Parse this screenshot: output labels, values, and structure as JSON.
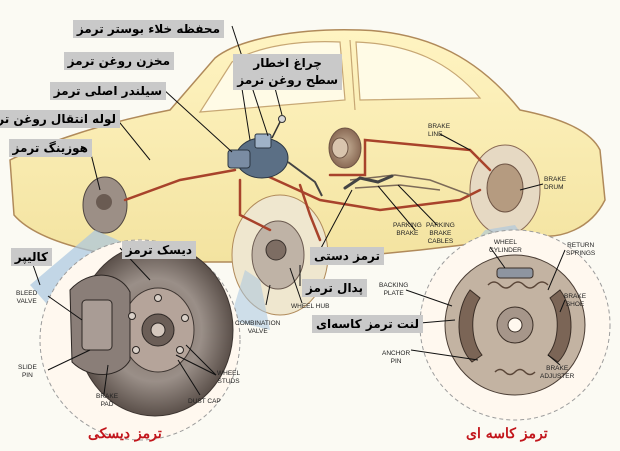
{
  "persian_labels": {
    "vacuum_booster": "محفظه خلاء بوستر ترمز",
    "fluid_reservoir": "مخزن روغن ترمز",
    "master_cylinder": "سیلندر اصلی ترمز",
    "brake_line": "لوله انتقال روغن ترمز",
    "brake_housing": "هوزینگ ترمز",
    "warning_light_1": "چراغ اخطار",
    "warning_light_2": "سطح روغن ترمز",
    "brake_disc": "دیسک ترمز",
    "caliper": "کالیپر",
    "parking_brake": "ترمز دستی",
    "brake_pedal": "پدال ترمز",
    "drum_lining": "لنت ترمز کاسه‌ای"
  },
  "english_labels": {
    "brake_line": [
      "BRAKE",
      "LINE"
    ],
    "brake_drum": [
      "BRAKE",
      "DRUM"
    ],
    "parking_brake_cables": [
      "PARKING",
      "BRAKE",
      "CABLES"
    ],
    "parking_brake_lever": [
      "PARKING",
      "BRAKE"
    ],
    "wheel_cylinder": [
      "WHEEL",
      "CYLINDER"
    ],
    "return_springs": [
      "RETURN",
      "SPRINGS"
    ],
    "backing_plate": [
      "BACKING",
      "PLATE"
    ],
    "brake_shoe": [
      "BRAKE",
      "SHOE"
    ],
    "anchor_pin": [
      "ANCHOR",
      "PIN"
    ],
    "brake_adjuster": [
      "BRAKE",
      "ADJUSTER"
    ],
    "wheel_hub": [
      "WHEEL HUB"
    ],
    "combination_valve": [
      "COMBINATION",
      "VALVE"
    ],
    "bleed_valve": [
      "BLEED",
      "VALVE"
    ],
    "slide_pin": [
      "SLIDE",
      "PIN"
    ],
    "brake_pad": [
      "BRAKE",
      "PAD"
    ],
    "dust_cap": [
      "DUST CAP"
    ],
    "wheel_studs": [
      "WHEEL",
      "STUDS"
    ]
  },
  "captions": {
    "disc_brake": "ترمز دیسکی",
    "drum_brake": "ترمز کاسه ای"
  },
  "colors": {
    "caption": "#c2151b",
    "label_bg": "#c9c9c9",
    "brake_line": "#a8432b"
  }
}
